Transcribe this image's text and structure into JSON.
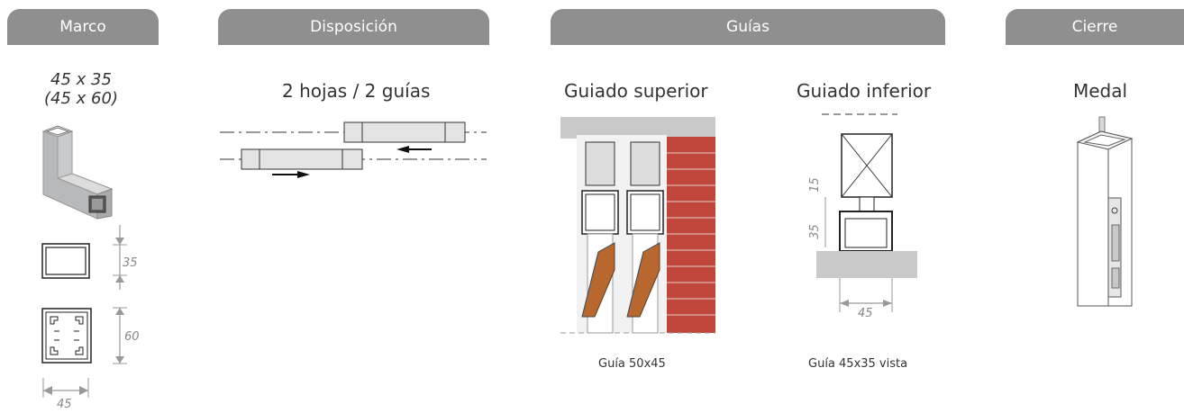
{
  "tabs": {
    "marco": "Marco",
    "disposicion": "Disposición",
    "guias": "Guías",
    "cierre": "Cierre"
  },
  "marco": {
    "size_main": "45 x 35",
    "size_alt": "(45 x 60)",
    "dim_35": "35",
    "dim_60": "60",
    "dim_45": "45"
  },
  "disposicion": {
    "title": "2 hojas / 2 guías"
  },
  "guias": {
    "superior_title": "Guiado superior",
    "inferior_title": "Guiado inferior",
    "superior_caption": "Guía 50x45",
    "inferior_caption": "Guía 45x35 vista",
    "dim_15": "15",
    "dim_35": "35",
    "dim_45": "45"
  },
  "cierre": {
    "title": "Medal"
  },
  "colors": {
    "tab_bg": "#8f8f8f",
    "brick": "#c0453a",
    "wood": "#b8682e",
    "concrete": "#c9c9c9"
  }
}
